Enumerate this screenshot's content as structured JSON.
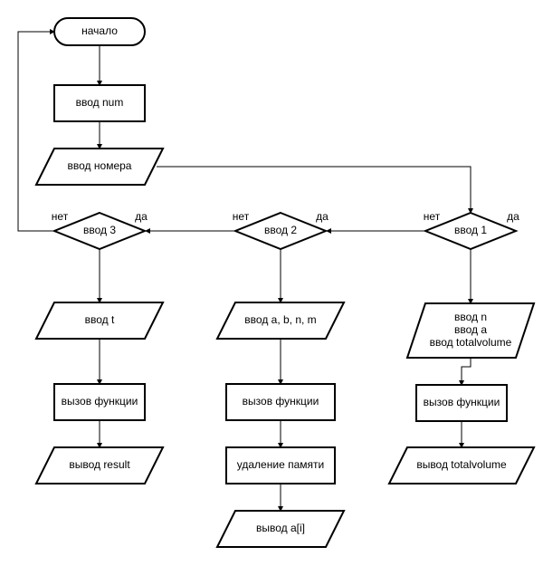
{
  "diagram": {
    "nodes": {
      "start": "начало",
      "input_num": "ввод num",
      "input_number": "ввод номера",
      "decision_1": "ввод 1",
      "decision_2": "ввод 2",
      "decision_3": "ввод 3",
      "input_nat": [
        "ввод n",
        "ввод a",
        "ввод totalvolume"
      ],
      "call_1": "вызов функции",
      "output_1": "вывод totalvolume",
      "input_2": "ввод a, b, n, m",
      "call_2": "вызов функции",
      "free_memory": "удаление памяти",
      "output_2": "вывод a[i]",
      "input_3": "ввод t",
      "call_3": "вызов функции",
      "output_3": "вывод result"
    },
    "branch_labels": {
      "d1_no": "нет",
      "d1_yes": "да",
      "d2_no": "нет",
      "d2_yes": "да",
      "d3_no": "нет",
      "d3_yes": "да"
    }
  }
}
